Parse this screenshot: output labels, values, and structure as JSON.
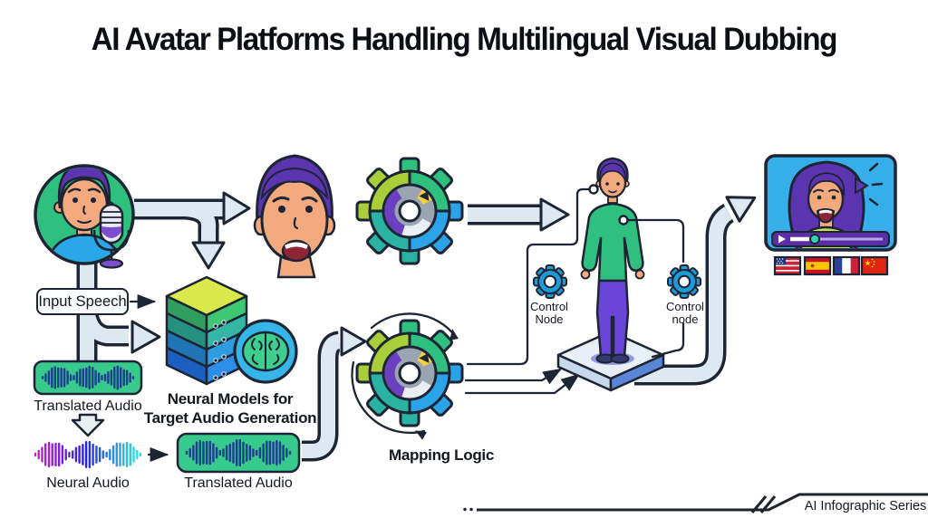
{
  "title": "AI Avatar Platforms Handling Multilingual Visual Dubbing",
  "labels": {
    "input_speech": "Input Speech",
    "translated_audio_1": "Translated Audio",
    "neural_audio": "Neural Audio",
    "translated_audio_2": "Translated Audio",
    "neural_models_line1": "Neural Models for",
    "neural_models_line2": "Target Audio Generation",
    "mapping_logic": "Mapping Logic",
    "control_node_left_line1": "Control",
    "control_node_left_line2": "Node",
    "control_node_right_line1": "Control",
    "control_node_right_line2": "node"
  },
  "footer": {
    "series_label": "AI Infographic Series"
  },
  "flags": [
    {
      "name": "united-states"
    },
    {
      "name": "spain"
    },
    {
      "name": "france"
    },
    {
      "name": "china"
    }
  ],
  "icons": [
    "speaker-avatar-with-microphone",
    "talking-face",
    "server-stack",
    "brain-badge",
    "processing-gear-top",
    "mapping-gear",
    "control-gear-left",
    "control-gear-right",
    "standing-avatar",
    "platform",
    "video-player",
    "play-button",
    "progress-knob",
    "sound-waves",
    "waveform"
  ],
  "colors": {
    "ink": "#1d2433",
    "green": "#2fbf7f",
    "green_box": "#38c98c",
    "purple": "#5b34b0",
    "skin": "#f2a97e",
    "blue": "#2ba3e8",
    "lime": "#a8cf3a",
    "teal": "#2ab3a3",
    "pipe": "#dde9f0",
    "wave_navy": "#1d3f8f",
    "player_blue": "#36aee9",
    "bar_purple": "#5a2ea6",
    "knob_teal": "#2fd6b5",
    "shirt_lime": "#c3e152",
    "gear_blue": "#1e9ad8",
    "pants_purple": "#6a46d8"
  }
}
